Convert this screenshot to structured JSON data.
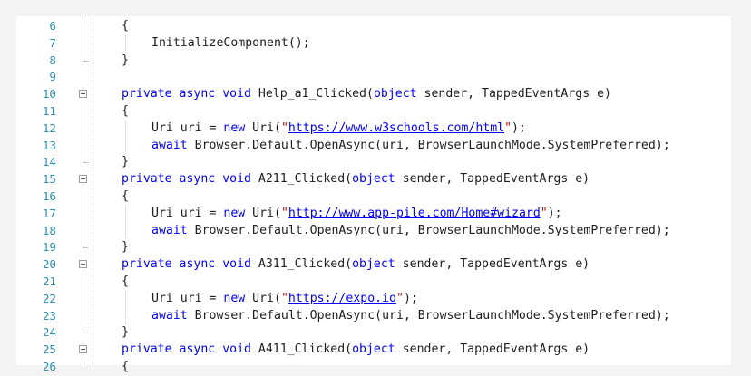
{
  "lines": [
    {
      "n": "6",
      "indent": 0,
      "tokens": [
        {
          "t": "{",
          "c": ""
        }
      ]
    },
    {
      "n": "7",
      "indent": 1,
      "tokens": [
        {
          "t": "InitializeComponent();",
          "c": ""
        }
      ]
    },
    {
      "n": "8",
      "indent": 0,
      "tokens": [
        {
          "t": "}",
          "c": ""
        }
      ]
    },
    {
      "n": "9",
      "indent": 0,
      "tokens": []
    },
    {
      "n": "10",
      "indent": 0,
      "fold": true,
      "tokens": [
        {
          "t": "private",
          "c": "kw"
        },
        {
          "t": " ",
          "c": ""
        },
        {
          "t": "async",
          "c": "kw"
        },
        {
          "t": " ",
          "c": ""
        },
        {
          "t": "void",
          "c": "kw"
        },
        {
          "t": " Help_a1_Clicked(",
          "c": ""
        },
        {
          "t": "object",
          "c": "kw"
        },
        {
          "t": " sender, TappedEventArgs e)",
          "c": ""
        }
      ]
    },
    {
      "n": "11",
      "indent": 0,
      "tokens": [
        {
          "t": "{",
          "c": ""
        }
      ]
    },
    {
      "n": "12",
      "indent": 1,
      "tokens": [
        {
          "t": "Uri uri = ",
          "c": ""
        },
        {
          "t": "new",
          "c": "kw"
        },
        {
          "t": " Uri(",
          "c": ""
        },
        {
          "t": "\"",
          "c": "str"
        },
        {
          "t": "https://www.w3schools.com/html",
          "c": "link"
        },
        {
          "t": "\"",
          "c": "str"
        },
        {
          "t": ");",
          "c": ""
        }
      ]
    },
    {
      "n": "13",
      "indent": 1,
      "tokens": [
        {
          "t": "await",
          "c": "kw"
        },
        {
          "t": " Browser.Default.OpenAsync(uri, BrowserLaunchMode.SystemPreferred);",
          "c": ""
        }
      ]
    },
    {
      "n": "14",
      "indent": 0,
      "tokens": [
        {
          "t": "}",
          "c": ""
        }
      ]
    },
    {
      "n": "15",
      "indent": 0,
      "fold": true,
      "tokens": [
        {
          "t": "private",
          "c": "kw"
        },
        {
          "t": " ",
          "c": ""
        },
        {
          "t": "async",
          "c": "kw"
        },
        {
          "t": " ",
          "c": ""
        },
        {
          "t": "void",
          "c": "kw"
        },
        {
          "t": " A211_Clicked(",
          "c": ""
        },
        {
          "t": "object",
          "c": "kw"
        },
        {
          "t": " sender, TappedEventArgs e)",
          "c": ""
        }
      ]
    },
    {
      "n": "16",
      "indent": 0,
      "tokens": [
        {
          "t": "{",
          "c": ""
        }
      ]
    },
    {
      "n": "17",
      "indent": 1,
      "tokens": [
        {
          "t": "Uri uri = ",
          "c": ""
        },
        {
          "t": "new",
          "c": "kw"
        },
        {
          "t": " Uri(",
          "c": ""
        },
        {
          "t": "\"",
          "c": "str"
        },
        {
          "t": "http://www.app-pile.com/Home#wizard",
          "c": "link"
        },
        {
          "t": "\"",
          "c": "str"
        },
        {
          "t": ");",
          "c": ""
        }
      ]
    },
    {
      "n": "18",
      "indent": 1,
      "tokens": [
        {
          "t": "await",
          "c": "kw"
        },
        {
          "t": " Browser.Default.OpenAsync(uri, BrowserLaunchMode.SystemPreferred);",
          "c": ""
        }
      ]
    },
    {
      "n": "19",
      "indent": 0,
      "tokens": [
        {
          "t": "}",
          "c": ""
        }
      ]
    },
    {
      "n": "20",
      "indent": 0,
      "fold": true,
      "tokens": [
        {
          "t": "private",
          "c": "kw"
        },
        {
          "t": " ",
          "c": ""
        },
        {
          "t": "async",
          "c": "kw"
        },
        {
          "t": " ",
          "c": ""
        },
        {
          "t": "void",
          "c": "kw"
        },
        {
          "t": " A311_Clicked(",
          "c": ""
        },
        {
          "t": "object",
          "c": "kw"
        },
        {
          "t": " sender, TappedEventArgs e)",
          "c": ""
        }
      ]
    },
    {
      "n": "21",
      "indent": 0,
      "tokens": [
        {
          "t": "{",
          "c": ""
        }
      ]
    },
    {
      "n": "22",
      "indent": 1,
      "tokens": [
        {
          "t": "Uri uri = ",
          "c": ""
        },
        {
          "t": "new",
          "c": "kw"
        },
        {
          "t": " Uri(",
          "c": ""
        },
        {
          "t": "\"",
          "c": "str"
        },
        {
          "t": "https://expo.io",
          "c": "link"
        },
        {
          "t": "\"",
          "c": "str"
        },
        {
          "t": ");",
          "c": ""
        }
      ]
    },
    {
      "n": "23",
      "indent": 1,
      "tokens": [
        {
          "t": "await",
          "c": "kw"
        },
        {
          "t": " Browser.Default.OpenAsync(uri, BrowserLaunchMode.SystemPreferred);",
          "c": ""
        }
      ]
    },
    {
      "n": "24",
      "indent": 0,
      "tokens": [
        {
          "t": "}",
          "c": ""
        }
      ]
    },
    {
      "n": "25",
      "indent": 0,
      "fold": true,
      "tokens": [
        {
          "t": "private",
          "c": "kw"
        },
        {
          "t": " ",
          "c": ""
        },
        {
          "t": "async",
          "c": "kw"
        },
        {
          "t": " ",
          "c": ""
        },
        {
          "t": "void",
          "c": "kw"
        },
        {
          "t": " A411_Clicked(",
          "c": ""
        },
        {
          "t": "object",
          "c": "kw"
        },
        {
          "t": " sender, TappedEventArgs e)",
          "c": ""
        }
      ]
    },
    {
      "n": "26",
      "indent": 0,
      "tokens": [
        {
          "t": "{",
          "c": ""
        }
      ]
    }
  ],
  "colors": {
    "keyword": "#0000ff",
    "string": "#a31515",
    "line_number": "#2b91af",
    "text": "#1e1e1e",
    "background": "#ffffff"
  }
}
